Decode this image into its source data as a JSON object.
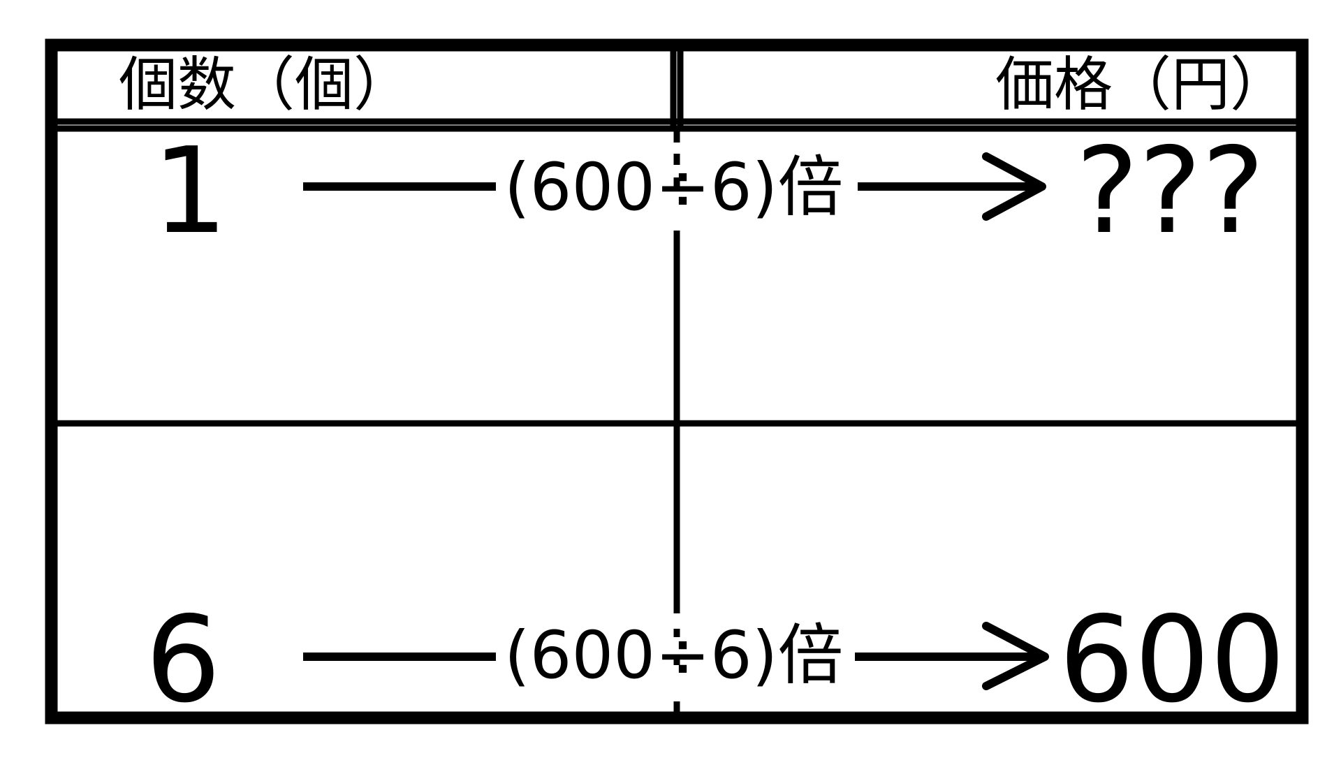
{
  "table": {
    "header_left": "個数（個）",
    "header_right": "価格（円）"
  },
  "rows": [
    {
      "count": "1",
      "operation": "(600÷6)倍",
      "price": "???"
    },
    {
      "count": "6",
      "operation": "(600÷6)倍",
      "price": "600"
    }
  ],
  "colors": {
    "line": "#000000",
    "background": "#ffffff"
  }
}
